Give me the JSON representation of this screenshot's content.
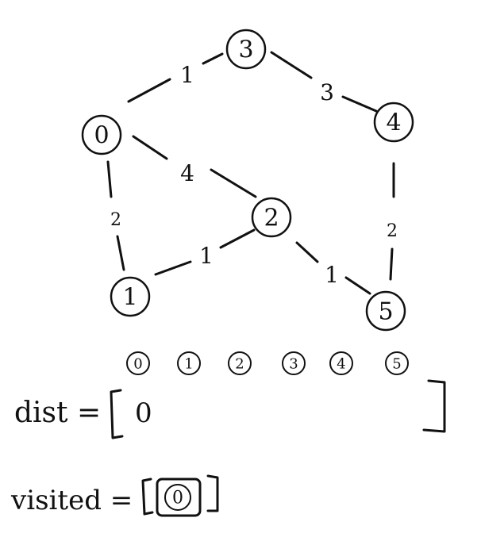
{
  "graph": {
    "nodes": [
      {
        "id": "0",
        "label": "0"
      },
      {
        "id": "1",
        "label": "1"
      },
      {
        "id": "2",
        "label": "2"
      },
      {
        "id": "3",
        "label": "3"
      },
      {
        "id": "4",
        "label": "4"
      },
      {
        "id": "5",
        "label": "5"
      }
    ],
    "edges": [
      {
        "from": "0",
        "to": "3",
        "weight": "1"
      },
      {
        "from": "3",
        "to": "4",
        "weight": "3"
      },
      {
        "from": "0",
        "to": "2",
        "weight": "4"
      },
      {
        "from": "0",
        "to": "1",
        "weight": "2"
      },
      {
        "from": "1",
        "to": "2",
        "weight": "1"
      },
      {
        "from": "2",
        "to": "5",
        "weight": "1"
      },
      {
        "from": "4",
        "to": "5",
        "weight": "2"
      }
    ]
  },
  "index_row": [
    "0",
    "1",
    "2",
    "3",
    "4",
    "5"
  ],
  "dist": {
    "label": "dist =",
    "values": [
      "0"
    ]
  },
  "visited": {
    "label": "visited =",
    "values": [
      "0"
    ]
  }
}
